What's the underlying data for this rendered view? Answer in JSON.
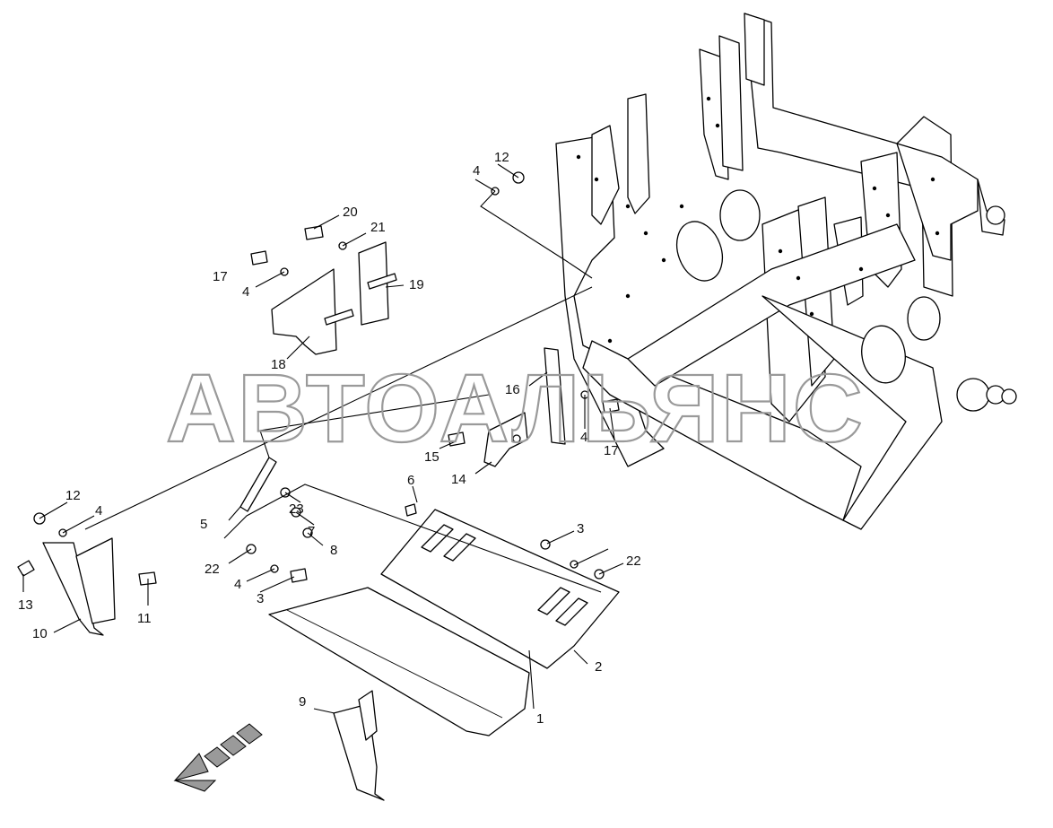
{
  "watermark": "АВТОАЛЬЯНС",
  "callouts": [
    "1",
    "2",
    "3",
    "3",
    "4",
    "4",
    "4",
    "4",
    "4",
    "5",
    "6",
    "7",
    "8",
    "9",
    "10",
    "11",
    "12",
    "12",
    "13",
    "14",
    "15",
    "16",
    "17",
    "17",
    "18",
    "19",
    "20",
    "21",
    "22",
    "22",
    "23"
  ],
  "colors": {
    "line": "#000000",
    "watermark": "#9a9a9a",
    "direction_arrow": "#9a9a9a"
  },
  "icons": [
    "direction-arrow-icon"
  ]
}
